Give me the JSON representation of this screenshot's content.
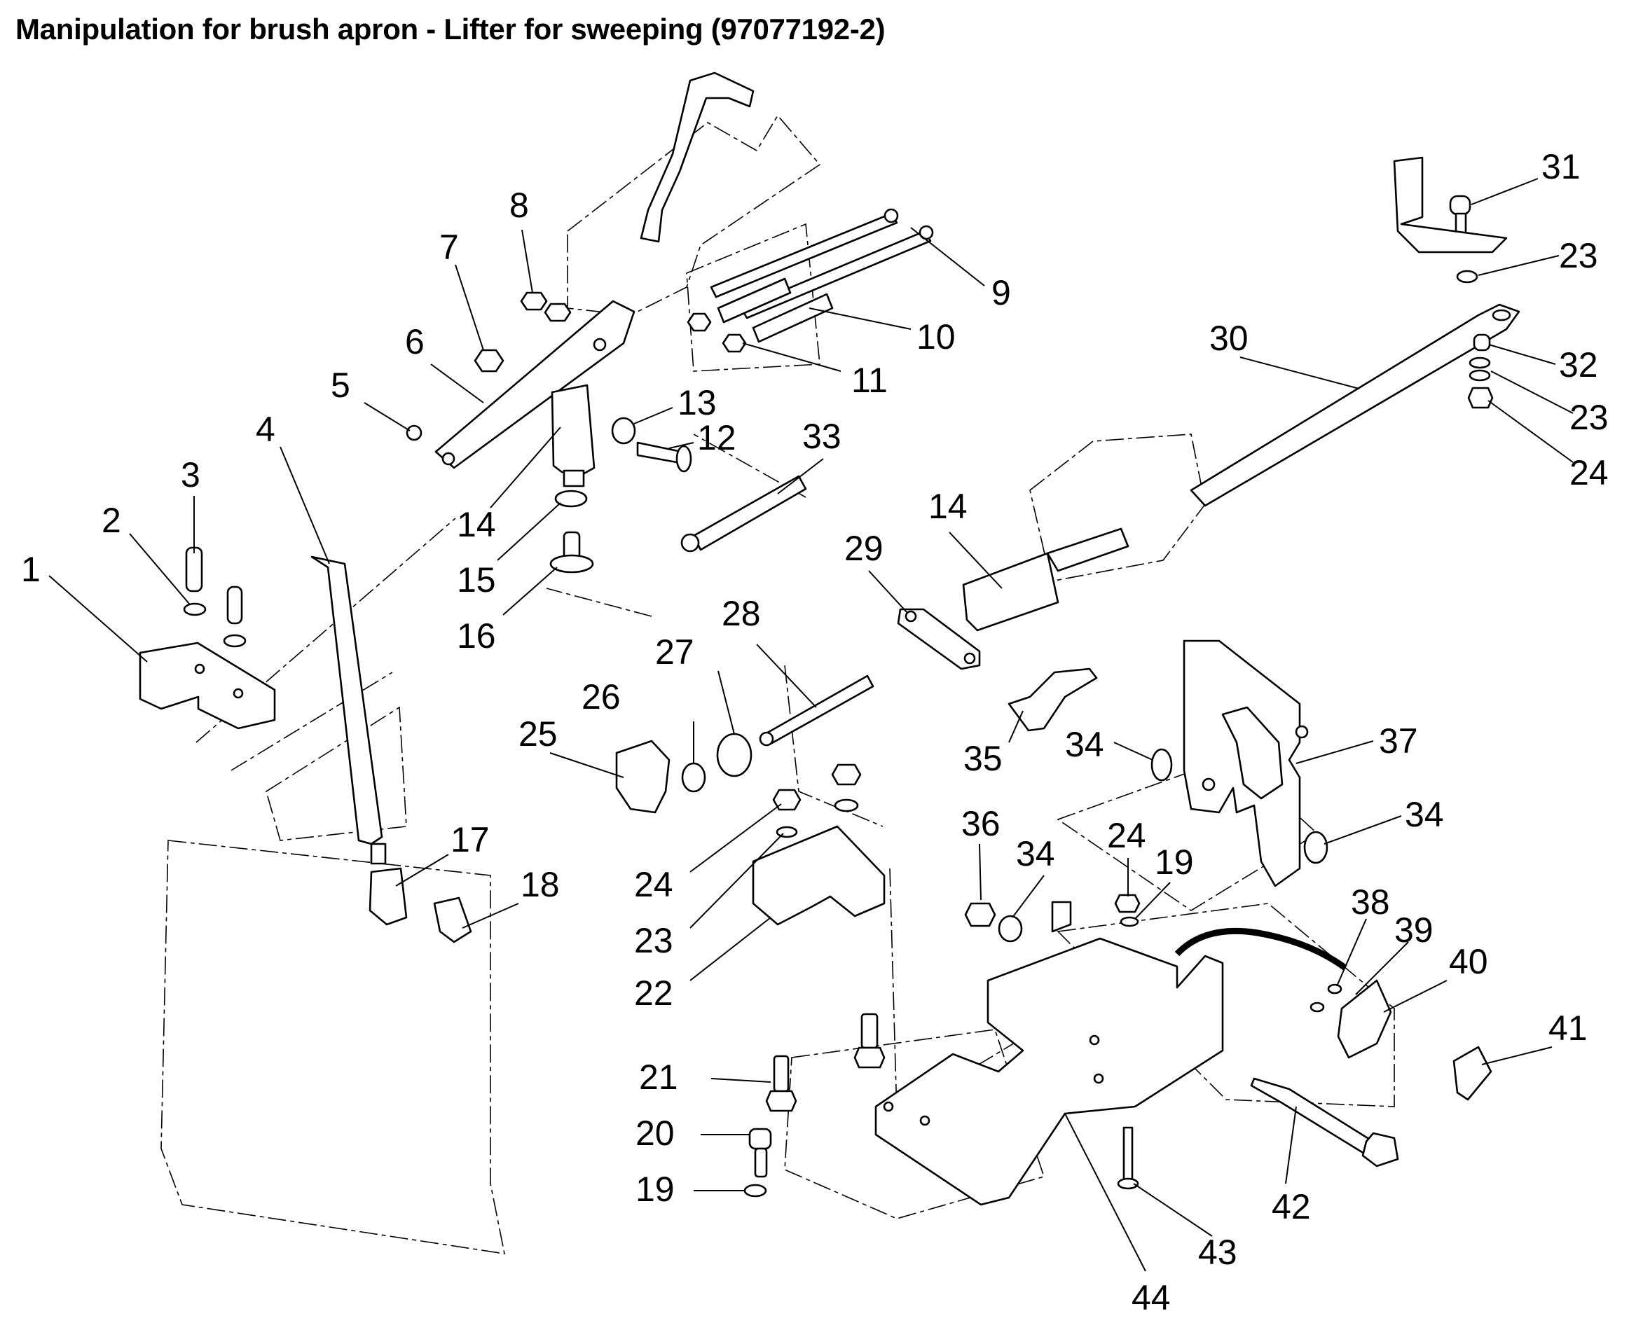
{
  "title": "Manipulation for brush apron - Lifter for sweeping (97077192-2)",
  "callouts": [
    {
      "label": "1"
    },
    {
      "label": "2"
    },
    {
      "label": "3"
    },
    {
      "label": "4"
    },
    {
      "label": "5"
    },
    {
      "label": "6"
    },
    {
      "label": "7"
    },
    {
      "label": "8"
    },
    {
      "label": "9"
    },
    {
      "label": "10"
    },
    {
      "label": "11"
    },
    {
      "label": "12"
    },
    {
      "label": "13"
    },
    {
      "label": "14"
    },
    {
      "label": "15"
    },
    {
      "label": "16"
    },
    {
      "label": "33"
    },
    {
      "label": "17"
    },
    {
      "label": "18"
    },
    {
      "label": "25"
    },
    {
      "label": "26"
    },
    {
      "label": "27"
    },
    {
      "label": "28"
    },
    {
      "label": "29"
    },
    {
      "label": "14"
    },
    {
      "label": "24"
    },
    {
      "label": "23"
    },
    {
      "label": "22"
    },
    {
      "label": "21"
    },
    {
      "label": "20"
    },
    {
      "label": "19"
    },
    {
      "label": "31"
    },
    {
      "label": "23"
    },
    {
      "label": "30"
    },
    {
      "label": "32"
    },
    {
      "label": "23"
    },
    {
      "label": "24"
    },
    {
      "label": "35"
    },
    {
      "label": "34"
    },
    {
      "label": "37"
    },
    {
      "label": "34"
    },
    {
      "label": "36"
    },
    {
      "label": "34"
    },
    {
      "label": "24"
    },
    {
      "label": "19"
    },
    {
      "label": "38"
    },
    {
      "label": "39"
    },
    {
      "label": "40"
    },
    {
      "label": "41"
    },
    {
      "label": "42"
    },
    {
      "label": "43"
    },
    {
      "label": "44"
    }
  ]
}
